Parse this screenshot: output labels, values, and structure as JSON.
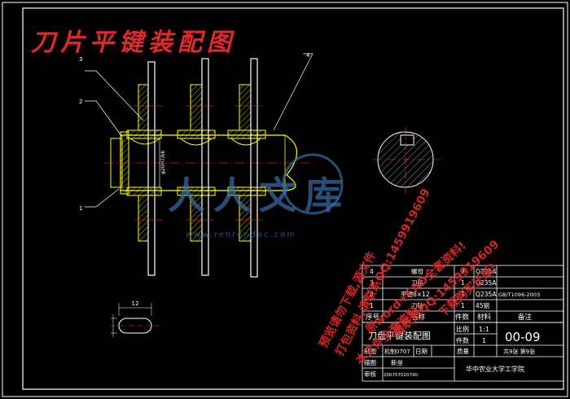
{
  "drawing": {
    "title_banner": "刀片平键装配图",
    "balloons": [
      "1",
      "2",
      "3",
      "4"
    ],
    "shaft_dim_text": "φ20H7/k6",
    "key_section_dim": "12"
  },
  "watermark": {
    "brand": "人人文库",
    "url": "www.renrendoc.com",
    "promo_lines": [
      "预览请勿下载,源文件",
      "打包资料,请联系QQ:1459919609",
      "原word+CAD全套资料!",
      "本文件全套资料!",
      "请联系QQ:1459919609",
      "下载购买正版!"
    ]
  },
  "bom": {
    "headers": {
      "no": "序号",
      "name": "名称",
      "qty": "件数",
      "material": "材料",
      "remark": "备注"
    },
    "rows": [
      {
        "no": "4",
        "name": "螺母",
        "qty": "3",
        "material": "Q235A",
        "remark": ""
      },
      {
        "no": "3",
        "name": "刀座",
        "qty": "1",
        "material": "Q235A",
        "remark": ""
      },
      {
        "no": "2",
        "name": "平键8×12",
        "qty": "1",
        "material": "Q235A",
        "remark": "GB/T1096-2003"
      },
      {
        "no": "1",
        "name": "刀轴",
        "qty": "1",
        "material": "45钢",
        "remark": ""
      }
    ]
  },
  "title_block": {
    "title": "刀盘平键装配图",
    "scale_label": "比例",
    "scale": "1:1",
    "pieces_label": "件数",
    "pieces": "1",
    "drawing_no": "00-09",
    "drawn_label": "制图",
    "drawn_by": "机制0707",
    "date_label": "日期",
    "mass_label": "质量",
    "sheet": "共9张 第9张",
    "draw_label": "描图",
    "draw_by": "新垒",
    "check_label": "审核",
    "check_by": "200707020740",
    "school": "华中农业大学工学院"
  },
  "colors": {
    "background": "#000000",
    "border": "#ffffff",
    "part_outline": "#ffff00",
    "centerline": "#ff4040",
    "title_red": "#e02a2a",
    "watermark_blue": "#3a6fa8"
  }
}
